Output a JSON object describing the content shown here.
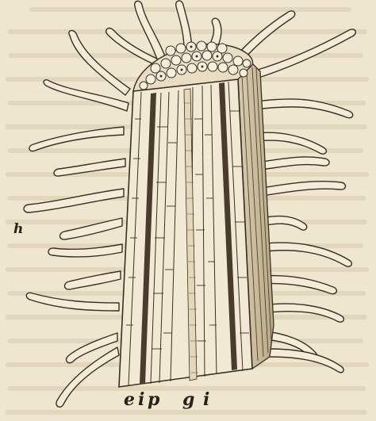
{
  "figure": {
    "labels": {
      "h": "h",
      "e": "e",
      "i": "i",
      "p": "p",
      "g": "g",
      "i2": "i"
    }
  },
  "colors": {
    "paper": "#efe6d0",
    "hair_fill": "#f4ecd9",
    "ink": "#3a2f22",
    "dark_band": "#4a3c2c",
    "bleed_text": "#d6c9ab"
  }
}
